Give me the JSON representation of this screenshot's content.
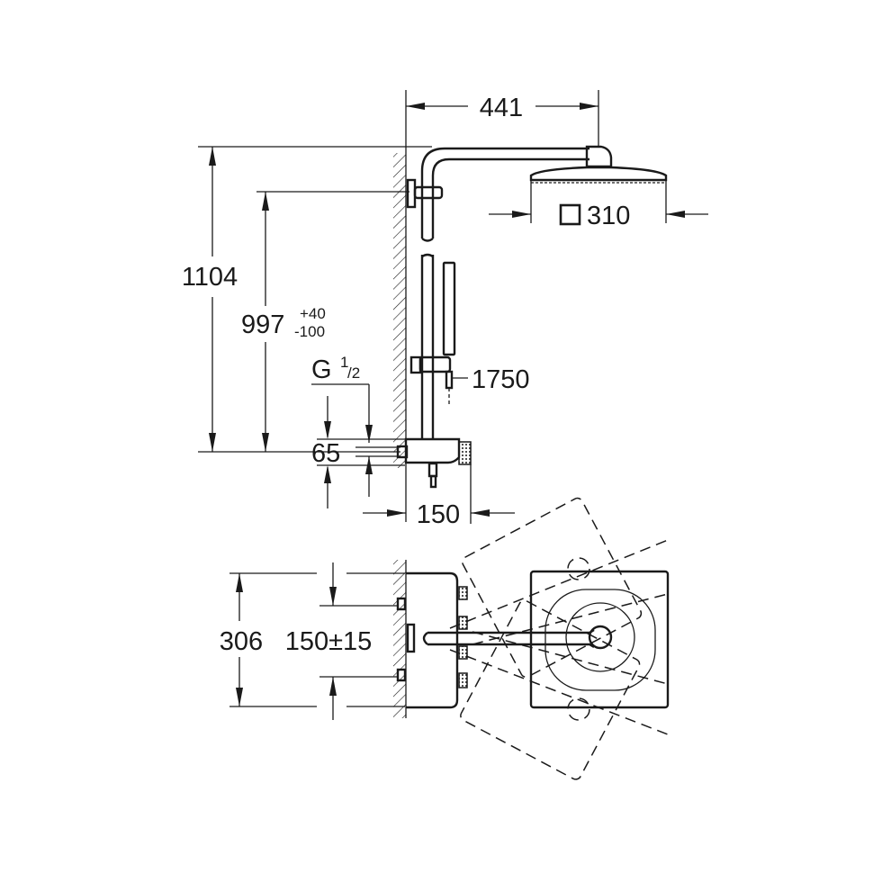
{
  "dimensions": {
    "width_total": "441",
    "head_size": "310",
    "height_total": "1104",
    "height_adjust": "997",
    "height_tol_plus": "+40",
    "height_tol_minus": "-100",
    "thread_g": "G",
    "thread_num": "1",
    "thread_den": "/2",
    "inlet_height": "65",
    "hose_length": "1750",
    "projection": "150",
    "plan_width": "306",
    "inlet_spacing": "150±15"
  },
  "colors": {
    "line": "#1a1a1a",
    "background": "#ffffff"
  }
}
